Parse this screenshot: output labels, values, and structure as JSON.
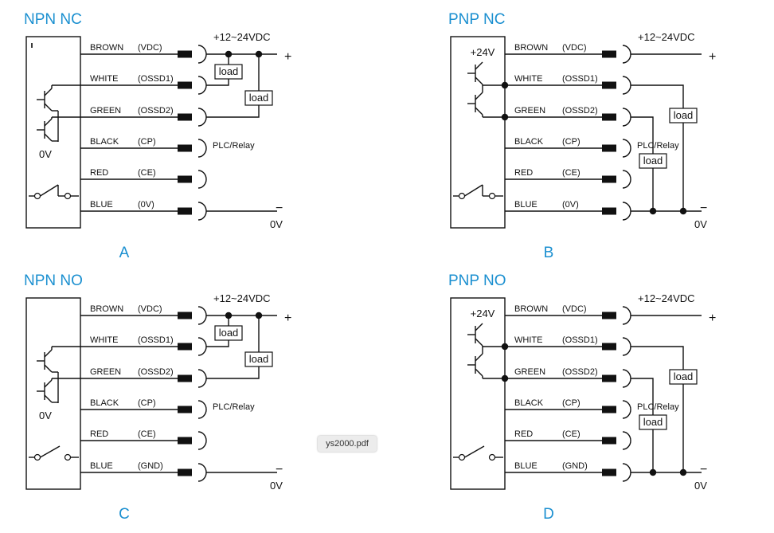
{
  "panels": [
    {
      "id": "A",
      "title": "NPN NC",
      "letter": "A",
      "type": "npn",
      "contact": "nc",
      "blue_label": "(0V)"
    },
    {
      "id": "B",
      "title": "PNP NC",
      "letter": "B",
      "type": "pnp",
      "contact": "nc",
      "blue_label": "(0V)"
    },
    {
      "id": "C",
      "title": "NPN NO",
      "letter": "C",
      "type": "npn",
      "contact": "no",
      "blue_label": "(GND)"
    },
    {
      "id": "D",
      "title": "PNP NO",
      "letter": "D",
      "type": "pnp",
      "contact": "no",
      "blue_label": "(GND)"
    }
  ],
  "wires": [
    {
      "color": "BROWN",
      "signal": "(VDC)"
    },
    {
      "color": "WHITE",
      "signal": "(OSSD1)"
    },
    {
      "color": "GREEN",
      "signal": "(OSSD2)"
    },
    {
      "color": "BLACK",
      "signal": "(CP)"
    },
    {
      "color": "RED",
      "signal": "(CE)"
    },
    {
      "color": "BLUE",
      "signal": "(0V)"
    }
  ],
  "supply_label": "+12~24VDC",
  "plus": "+",
  "minus": "−",
  "zero_v": "0V",
  "load_label": "load",
  "plc_label": "PLC/Relay",
  "npn_ref": "0V",
  "pnp_ref": "+24V",
  "file_badge": "ys2000.pdf",
  "colors": {
    "title": "#1a8fd0",
    "ink": "#111111"
  }
}
